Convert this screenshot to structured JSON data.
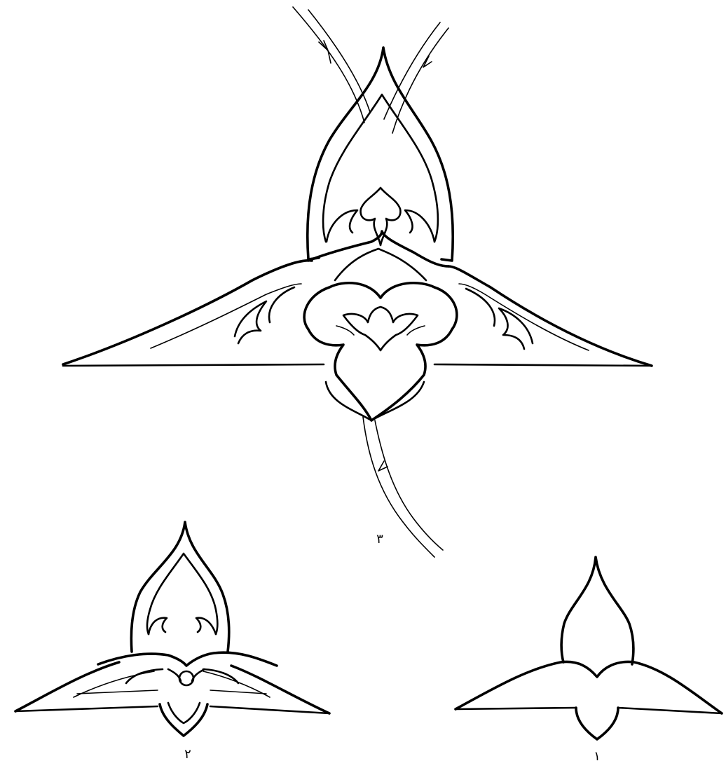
{
  "figures": [
    {
      "id": "fig3",
      "label": "۳"
    },
    {
      "id": "fig2",
      "label": "۲"
    },
    {
      "id": "fig1",
      "label": "۱"
    }
  ],
  "ink_color": "#000000",
  "background_color": "#ffffff"
}
